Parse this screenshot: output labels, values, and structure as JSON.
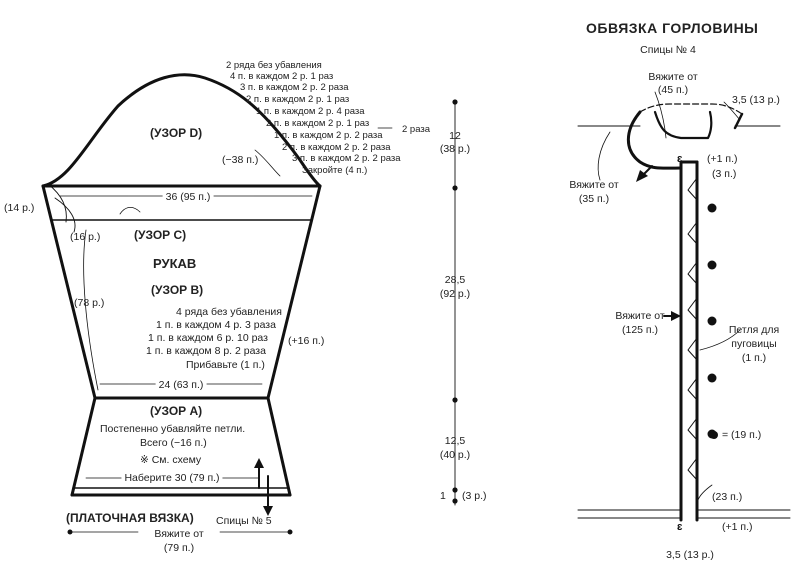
{
  "sleeve": {
    "cap_decrease_lines": [
      "2 ряда без убавления",
      "4 п. в каждом 2 р. 1 раз",
      "3 п. в каждом 2 р. 2 раза",
      "2 п. в каждом 2 р. 1 раз",
      "1 п. в каждом 2 р. 4 раза",
      "2 п. в каждом 2 р. 1 раз",
      "1 п. в каждом 2 р. 2 раза",
      "2 п. в каждом 2 р. 2 раза",
      "3 п. в каждом 2 р. 2 раза",
      "Закройте (4 п.)"
    ],
    "cap_repeat": "2 раза",
    "pattern_d": "(УЗОР D)",
    "cap_total": "(−38 п.)",
    "width_top": "36 (95 п.)",
    "side_rows": "(14 р.)",
    "inner_rows": "(16 р.)",
    "pattern_c": "(УЗОР C)",
    "title": "РУКАВ",
    "pattern_b": "(УЗОР B)",
    "side_length": "(78 р.)",
    "increase_lines": [
      "4 ряда без убавления",
      "1 п. в каждом 4 р. 3 раза",
      "1 п. в каждом 6 р. 10 раз",
      "1 п. в каждом 8 р. 2 раза",
      "Прибавьте (1 п.)"
    ],
    "increase_total": "(+16 п.)",
    "width_mid": "24 (63 п.)",
    "pattern_a": "(УЗОР A)",
    "decrease_note": "Постепенно убавляйте петли.",
    "decrease_total": "Всего (−16 п.)",
    "see_chart": "※ См. схему",
    "cast_on": "Наберите 30 (79 п.)",
    "garter": "(ПЛАТОЧНАЯ ВЯЗКА)",
    "needles": "Спицы № 5",
    "pick_up_label": "Вяжите от",
    "pick_up_count": "(79 п.)"
  },
  "measures": [
    {
      "value": "12",
      "stitches": "(38 р.)"
    },
    {
      "value": "28,5",
      "stitches": "(92 р.)"
    },
    {
      "value": "12,5",
      "stitches": "(40 р.)"
    },
    {
      "value": "1",
      "stitches": "(3 р.)"
    }
  ],
  "neckband": {
    "title": "ОБВЯЗКА ГОРЛОВИНЫ",
    "needles": "Спицы № 4",
    "back_label": "Вяжите от",
    "back_count": "(45 п.)",
    "shoulder": "3,5 (13 р.)",
    "plus_one_top": "(+1 п.)",
    "rows_top": "(3 п.)",
    "front_neck_label": "Вяжите от",
    "front_neck_count": "(35 п.)",
    "front_label": "Вяжите от",
    "front_count": "(125 п.)",
    "buttonhole_1": "Петля для",
    "buttonhole_2": "пуговицы",
    "buttonhole_3": "(1 п.)",
    "button_spacing": "= (19 п.)",
    "bottom_rows": "(23 п.)",
    "plus_one_bottom": "(+1 п.)",
    "bottom_shoulder": "3,5 (13 р.)"
  }
}
